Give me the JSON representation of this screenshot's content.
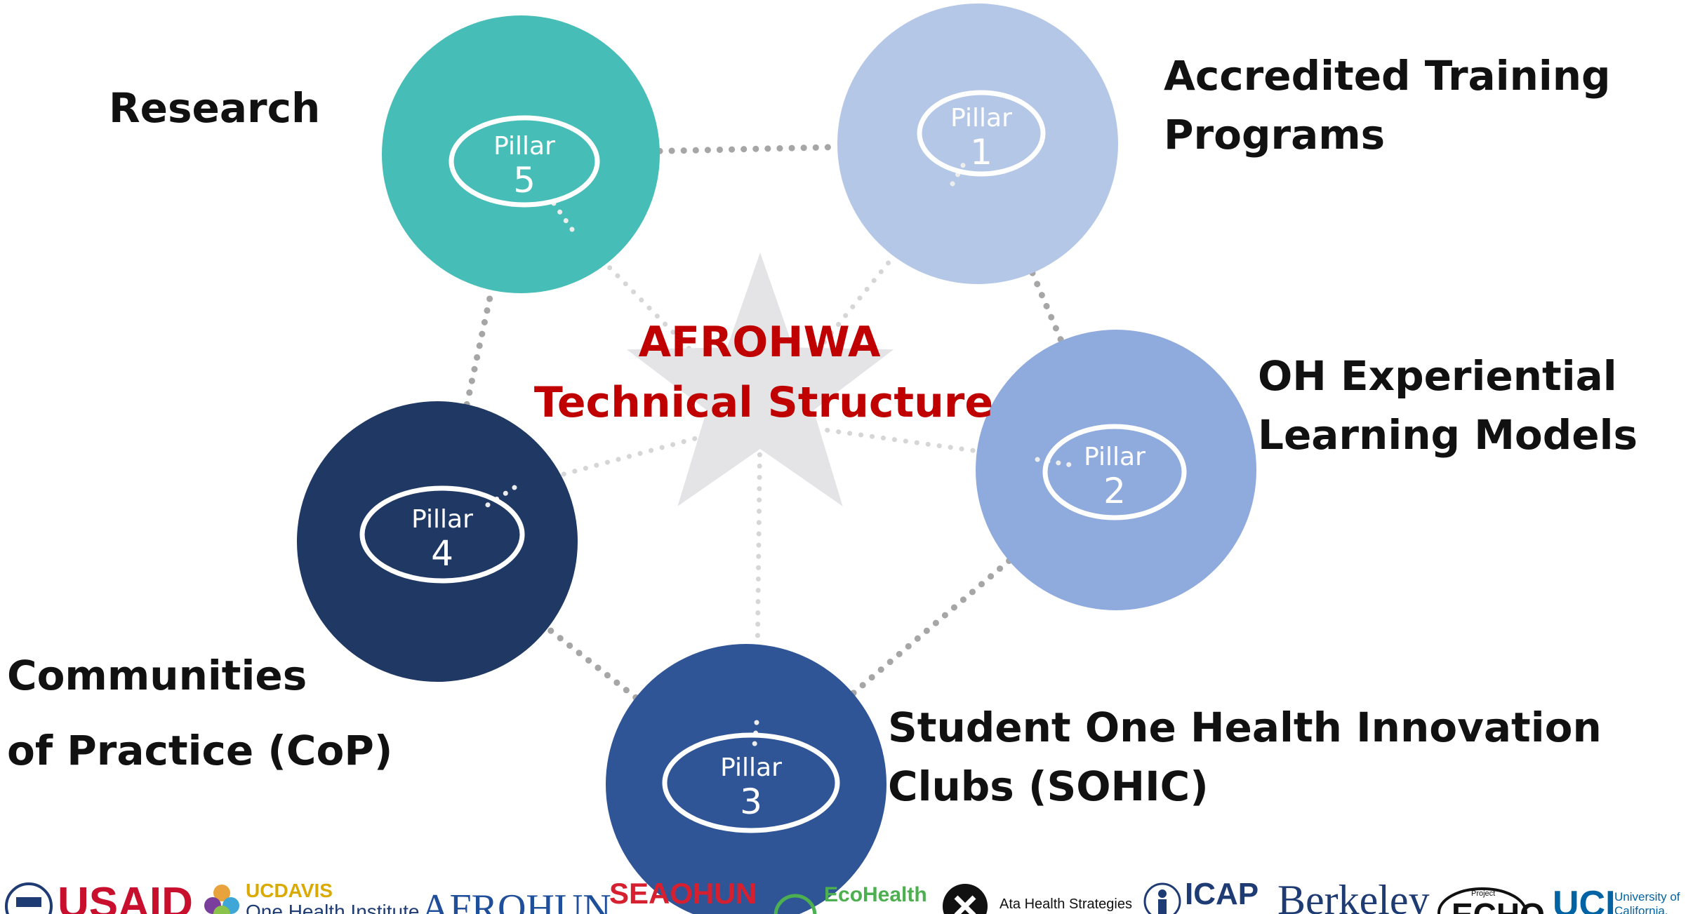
{
  "diagram": {
    "title_line1": "AFROHWA",
    "title_line2": "Technical Structure",
    "title_color": "#C00000",
    "star_color": "#E4E4E6",
    "connector_color": "#A6A6A6",
    "pillar_word": "Pillar",
    "pillars": [
      {
        "number": "1",
        "color": "#B4C7E7",
        "description": [
          "Accredited Training",
          "Programs"
        ]
      },
      {
        "number": "2",
        "color": "#8FAADC",
        "description": [
          "OH Experiential",
          "Learning Models"
        ]
      },
      {
        "number": "3",
        "color": "#2F5597",
        "description": [
          "Student One Health Innovation",
          "Clubs (SOHIC)"
        ]
      },
      {
        "number": "4",
        "color": "#203864",
        "description": [
          "Communities",
          "of Practice (CoP)"
        ]
      },
      {
        "number": "5",
        "color": "#46BDB6",
        "description": [
          "Research"
        ]
      }
    ]
  },
  "logos": [
    {
      "name": "usaid",
      "text": "USAID",
      "color": "#C8102E"
    },
    {
      "name": "ucdavis",
      "text": "UCDAVIS",
      "subtext": "One Health Institute",
      "color": "#DAAA00"
    },
    {
      "name": "afrohun",
      "text": "AFROHUN",
      "color": "#1F4E9A"
    },
    {
      "name": "seaohun",
      "text": "SEAOHUN",
      "color": "#D6202F"
    },
    {
      "name": "ecohealth",
      "text": "EcoHealth",
      "color": "#4CAF50"
    },
    {
      "name": "ata",
      "text": "Ata Health Strategies",
      "color": "#111111"
    },
    {
      "name": "icap",
      "text": "ICAP",
      "color": "#1F3B73"
    },
    {
      "name": "berkeley",
      "text": "Berkeley",
      "color": "#1F3B73"
    },
    {
      "name": "echo",
      "text": "ECHO",
      "subtext": "Project",
      "color": "#111111"
    },
    {
      "name": "uci",
      "text": "UCI",
      "subtext": "University of California, Irvine",
      "color": "#0064A4"
    }
  ]
}
